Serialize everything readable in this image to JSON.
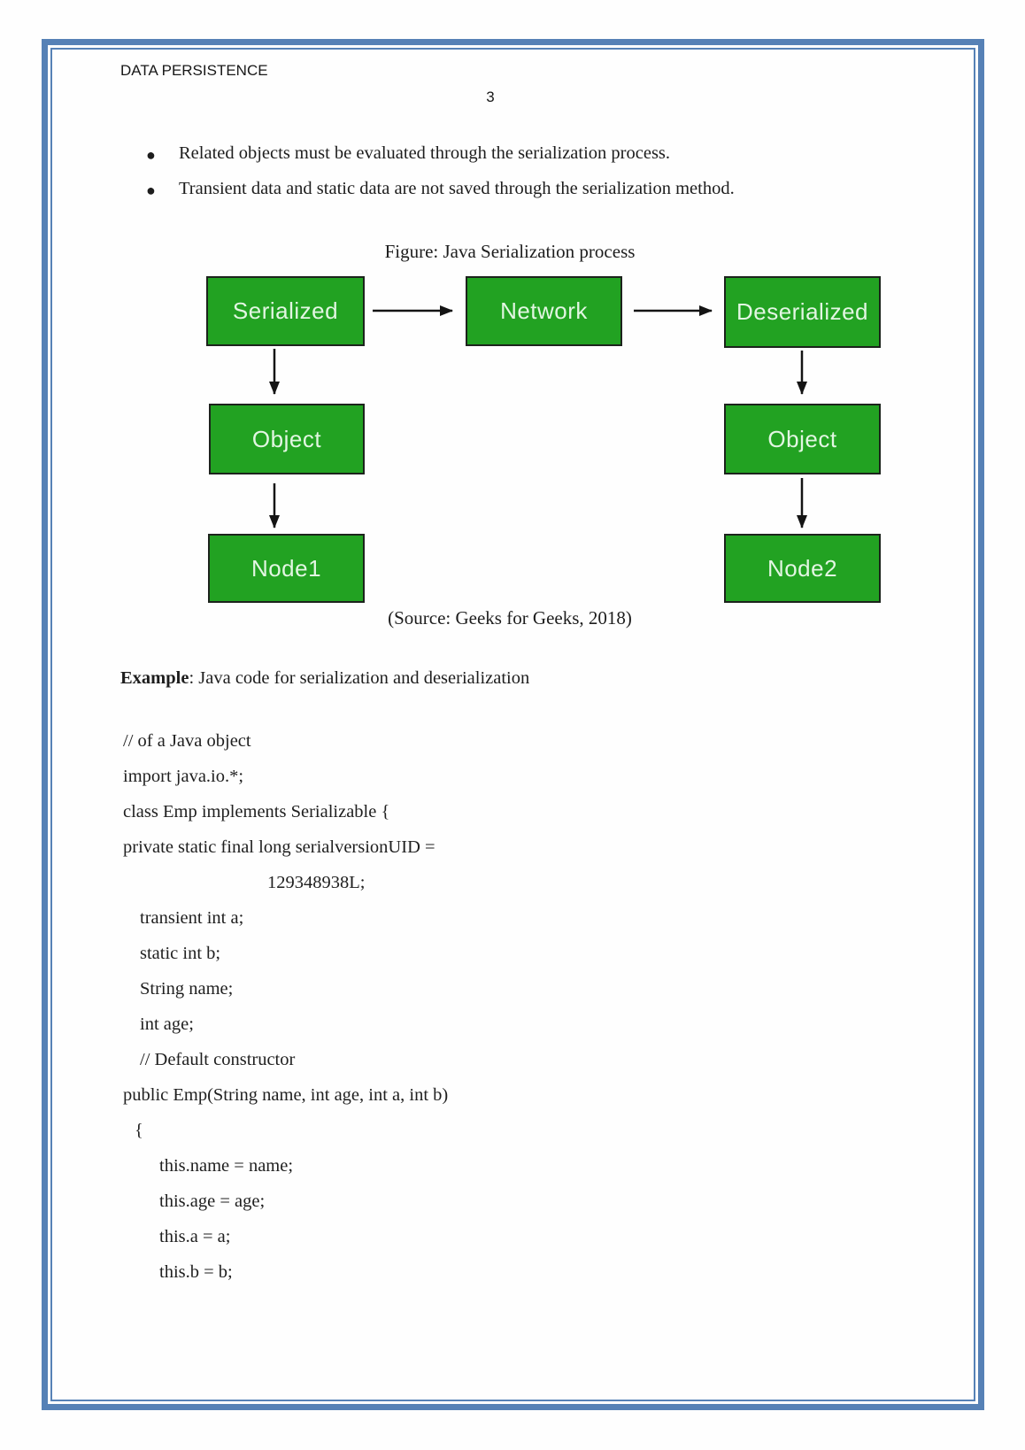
{
  "page": {
    "header": "DATA PERSISTENCE",
    "number": "3"
  },
  "bullets": [
    "Related objects must be evaluated through the serialization process.",
    "Transient data and static data are not saved through the serialization method."
  ],
  "figure": {
    "caption": "Figure: Java Serialization process",
    "source": "(Source: Geeks for Geeks, 2018)"
  },
  "diagram": {
    "boxes": [
      {
        "id": "serialized",
        "label": "Serialized"
      },
      {
        "id": "network",
        "label": "Network"
      },
      {
        "id": "deserialized",
        "label": "Deserialized"
      },
      {
        "id": "object-left",
        "label": "Object"
      },
      {
        "id": "object-right",
        "label": "Object"
      },
      {
        "id": "node1",
        "label": "Node1"
      },
      {
        "id": "node2",
        "label": "Node2"
      }
    ],
    "flow": [
      [
        "Serialized",
        "Network"
      ],
      [
        "Network",
        "Deserialized"
      ],
      [
        "Serialized",
        "Object"
      ],
      [
        "Object",
        "Node1"
      ],
      [
        "Deserialized",
        "Object"
      ],
      [
        "Object",
        "Node2"
      ]
    ],
    "box_color": "#22a222",
    "box_text_color": "#e2f6e2"
  },
  "example": {
    "label": "Example",
    "rest": ": Java code for serialization and deserialization"
  },
  "code": {
    "lines": [
      {
        "text": "// of a Java object",
        "indent": 0
      },
      {
        "text": "import java.io.*;",
        "indent": 0
      },
      {
        "text": "class Emp implements Serializable {",
        "indent": 0
      },
      {
        "text": "private static final long serialversionUID =",
        "indent": 0
      },
      {
        "text": "129348938L;",
        "indent": 3
      },
      {
        "text": "transient int a;",
        "indent": 1
      },
      {
        "text": "static int b;",
        "indent": 1
      },
      {
        "text": "String name;",
        "indent": 1
      },
      {
        "text": "int age;",
        "indent": 1
      },
      {
        "text": "// Default constructor",
        "indent": 1
      },
      {
        "text": "public Emp(String name, int age, int a, int b)",
        "indent": 0
      },
      {
        "text": "{",
        "indent": 4
      },
      {
        "text": "this.name = name;",
        "indent": 2
      },
      {
        "text": "this.age = age;",
        "indent": 2
      },
      {
        "text": "this.a = a;",
        "indent": 2
      },
      {
        "text": "this.b = b;",
        "indent": 2
      }
    ]
  },
  "colors": {
    "border_blue": "#5681b6"
  }
}
